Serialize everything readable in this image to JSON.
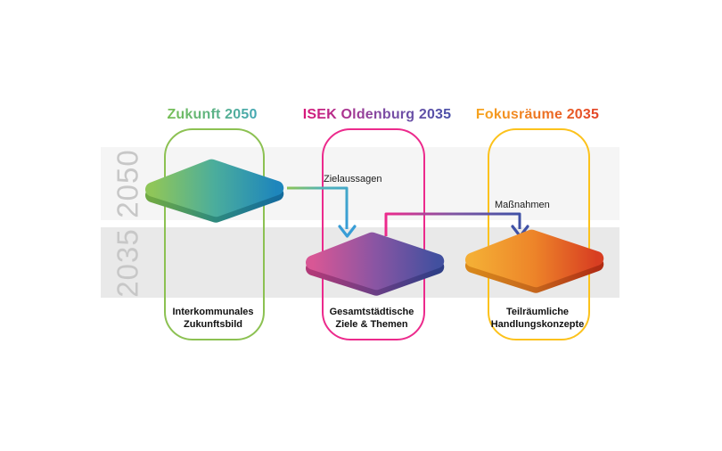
{
  "diagram": {
    "bands": [
      {
        "label": "2050"
      },
      {
        "label": "2035"
      }
    ],
    "columns": [
      {
        "header": "Zukunft 2050",
        "caption": [
          "Interkommunales",
          "Zukunftsbild"
        ],
        "outline_color": "#8cc152",
        "header_gradient": [
          "#7cc14c",
          "#33a0cf"
        ],
        "tile_gradient": [
          "#8fc659",
          "#4bad9c",
          "#1e86bc"
        ]
      },
      {
        "header": "ISEK Oldenburg 2035",
        "caption": [
          "Gesamtstädtische",
          "Ziele & Themen"
        ],
        "outline_color": "#ec2a8c",
        "header_gradient": [
          "#d6197b",
          "#4550a8"
        ],
        "tile_gradient": [
          "#d85795",
          "#8a55a3",
          "#42509f"
        ]
      },
      {
        "header": "Fokusräume 2035",
        "caption": [
          "Teilräumliche",
          "Handlungskonzepte"
        ],
        "outline_color": "#fcc21c",
        "header_gradient": [
          "#f6a21f",
          "#e23b27"
        ],
        "tile_gradient": [
          "#f4ae35",
          "#ed8429",
          "#d83e22"
        ]
      }
    ],
    "arrows": [
      {
        "label": "Zielaussagen",
        "from": "Zukunft 2050",
        "to": "ISEK Oldenburg 2035",
        "gradient": [
          "#8cc455",
          "#389dd6"
        ]
      },
      {
        "label": "Maßnahmen",
        "from": "ISEK Oldenburg 2035",
        "to": "Fokusräume 2035",
        "gradient": [
          "#ec2a8c",
          "#3f51a6"
        ]
      }
    ]
  }
}
